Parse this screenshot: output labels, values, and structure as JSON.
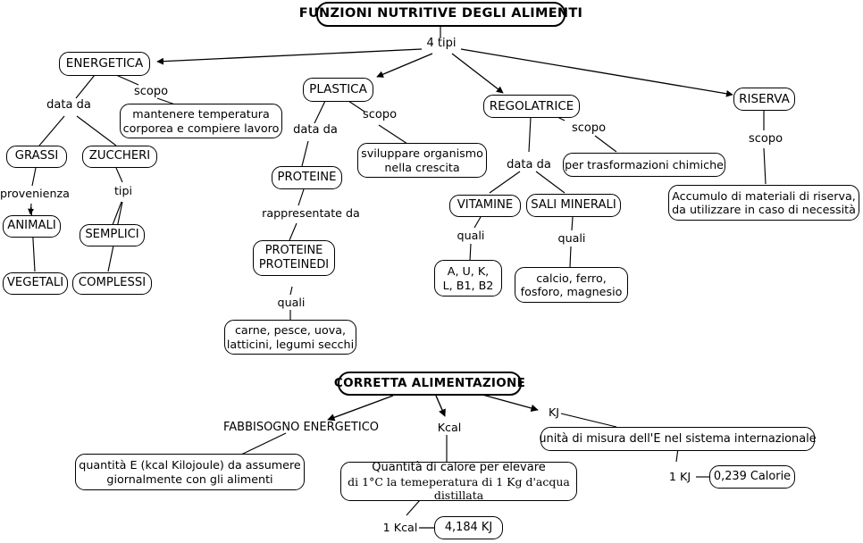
{
  "diagram": {
    "title": "FUNZIONI NUTRITIVE DEGLI ALIMENTI",
    "subtitle": "CORRETTA ALIMENTAZIONE",
    "background_color": "#ffffff",
    "line_color": "#000000",
    "text_color": "#000000"
  },
  "nodes": {
    "root": "FUNZIONI NUTRITIVE DEGLI ALIMENTI",
    "energetica": "ENERGETICA",
    "plastica": "PLASTICA",
    "regolatrice": "REGOLATRICE",
    "riserva": "RISERVA",
    "mantenere": "mantenere temperatura\ncorporea e compiere lavoro",
    "grassi": "GRASSI",
    "zuccheri": "ZUCCHERI",
    "animali": "ANIMALI",
    "vegetali": "VEGETALI",
    "semplici": "SEMPLICI",
    "complessi": "COMPLESSI",
    "sviluppare": "sviluppare organismo\nnella crescita",
    "proteine": "PROTEINE",
    "proteine_proteinedi": "PROTEINE\nPROTEINEDI",
    "carne": "carne, pesce, uova,\nlatticini, legumi secchi",
    "trasformazioni": "per trasformazioni chimiche",
    "vitamine": "VITAMINE",
    "sali_minerali": "SALI MINERALI",
    "vitamine_quali": "A, U, K,\nL, B1, B2",
    "sali_quali": "calcio, ferro,\nfosforo, magnesio",
    "accumulo": "Accumulo di materiali di riserva,\nda utilizzare in caso di necessità",
    "corretta": "CORRETTA ALIMENTAZIONE",
    "quantita_e": "quantità E (kcal Kilojoule) da assumere\ngiornalmente con gli alimenti",
    "quantita_calore_line1": "Quantità di calore per elevare",
    "quantita_calore_line2": "di 1°C la temeperatura di 1 Kg d'acqua distillata",
    "unita_misura": "unità di misura dell'E nel sistema internazionale",
    "kj_value": "4,184 KJ",
    "calorie_value": "0,239 Calorie"
  },
  "edge_labels": {
    "quattro_tipi": "4 tipi",
    "scopo_energetica": "scopo",
    "data_da_energetica": "data da",
    "provenienza": "provenienza",
    "tipi": "tipi",
    "scopo_plastica": "scopo",
    "data_da_plastica": "data da",
    "rappresentate_da": "rappresentate da",
    "quali_proteine": "quali",
    "scopo_regolatrice": "scopo",
    "data_da_regolatrice": "data da",
    "quali_vitamine": "quali",
    "quali_sali": "quali",
    "scopo_riserva": "scopo",
    "fabbisogno_energetico": "FABBISOGNO ENERGETICO",
    "kcal": "Kcal",
    "kj": "KJ",
    "una_kcal": "1 Kcal",
    "un_kj": "1 KJ"
  }
}
